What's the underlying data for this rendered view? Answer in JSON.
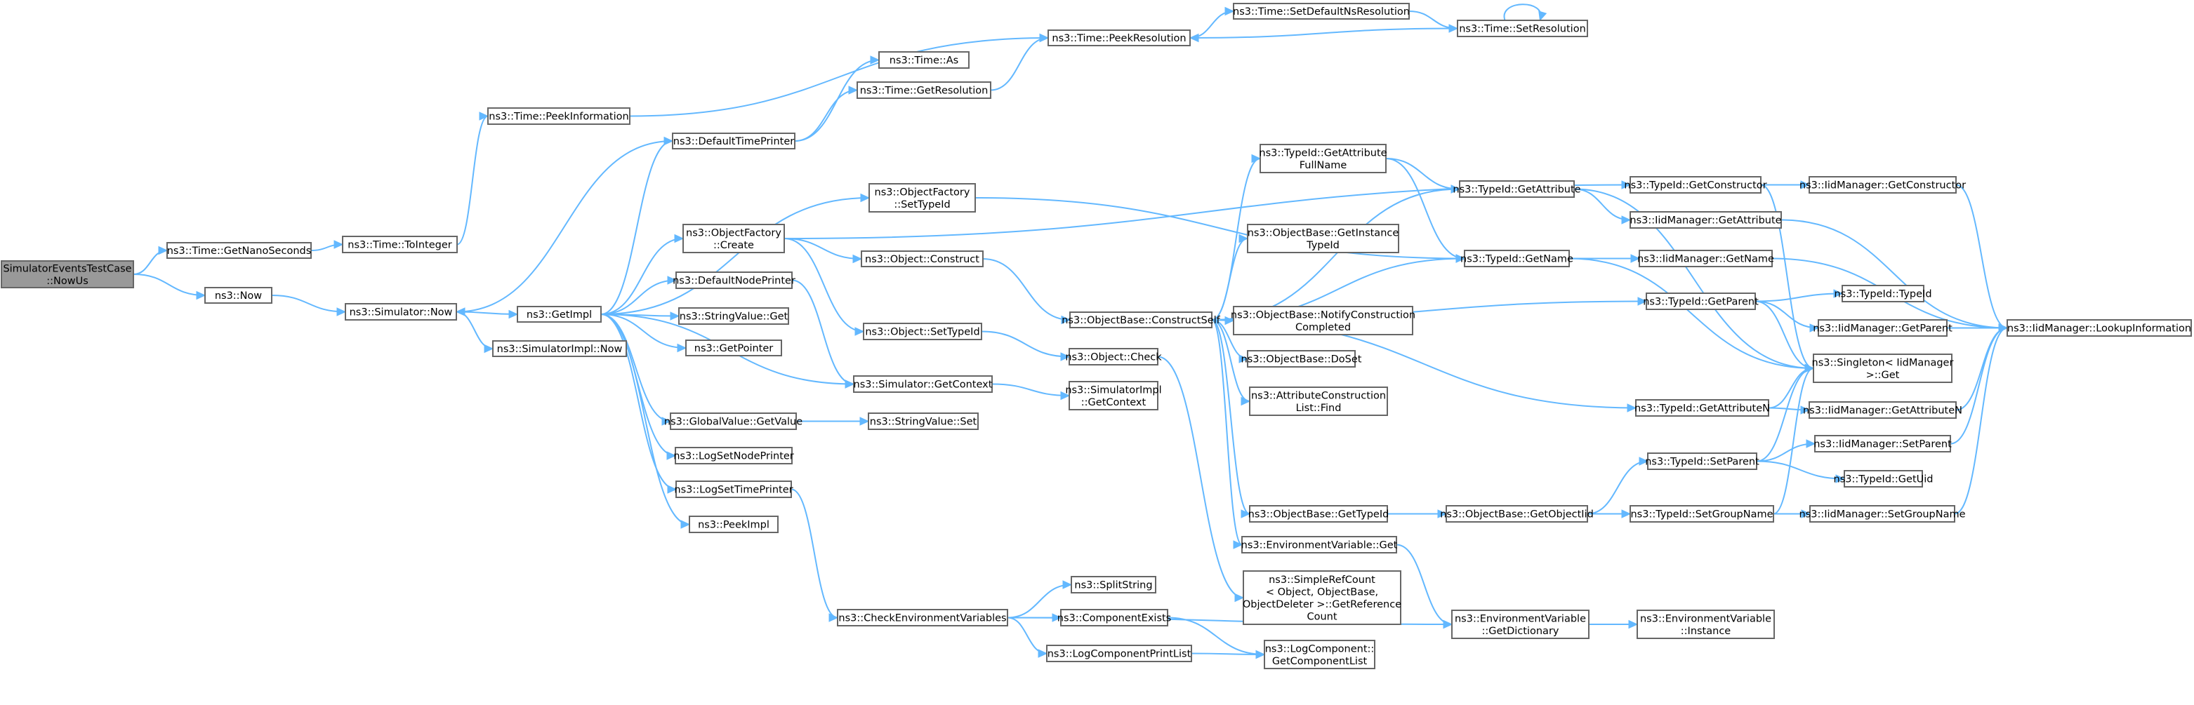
{
  "nodes": [
    {
      "id": "root",
      "lines": [
        "SimulatorEventsTestCase",
        "::NowUs"
      ],
      "root": true
    },
    {
      "id": "getNanoSeconds",
      "lines": [
        "ns3::Time::GetNanoSeconds"
      ]
    },
    {
      "id": "now",
      "lines": [
        "ns3::Now"
      ]
    },
    {
      "id": "toInteger",
      "lines": [
        "ns3::Time::ToInteger"
      ]
    },
    {
      "id": "peekInformation",
      "lines": [
        "ns3::Time::PeekInformation"
      ]
    },
    {
      "id": "peekResolution",
      "lines": [
        "ns3::Time::PeekResolution"
      ]
    },
    {
      "id": "setDefaultNsRes",
      "lines": [
        "ns3::Time::SetDefaultNsResolution"
      ]
    },
    {
      "id": "setResolution",
      "lines": [
        "ns3::Time::SetResolution"
      ]
    },
    {
      "id": "timeAs",
      "lines": [
        "ns3::Time::As"
      ]
    },
    {
      "id": "getResolution",
      "lines": [
        "ns3::Time::GetResolution"
      ]
    },
    {
      "id": "defaultTimePrinter",
      "lines": [
        "ns3::DefaultTimePrinter"
      ]
    },
    {
      "id": "simNow",
      "lines": [
        "ns3::Simulator::Now"
      ]
    },
    {
      "id": "simImplNow",
      "lines": [
        "ns3::SimulatorImpl::Now"
      ]
    },
    {
      "id": "getImpl",
      "lines": [
        "ns3::GetImpl"
      ]
    },
    {
      "id": "ofCreate",
      "lines": [
        "ns3::ObjectFactory",
        "::Create"
      ]
    },
    {
      "id": "defaultNodePrinter",
      "lines": [
        "ns3::DefaultNodePrinter"
      ]
    },
    {
      "id": "stringValueGet",
      "lines": [
        "ns3::StringValue::Get"
      ]
    },
    {
      "id": "getPointer",
      "lines": [
        "ns3::GetPointer"
      ]
    },
    {
      "id": "globalValueGetValue",
      "lines": [
        "ns3::GlobalValue::GetValue"
      ]
    },
    {
      "id": "logSetNodePrinter",
      "lines": [
        "ns3::LogSetNodePrinter"
      ]
    },
    {
      "id": "logSetTimePrinter",
      "lines": [
        "ns3::LogSetTimePrinter"
      ]
    },
    {
      "id": "peekImpl",
      "lines": [
        "ns3::PeekImpl"
      ]
    },
    {
      "id": "ofSetTypeId",
      "lines": [
        "ns3::ObjectFactory",
        "::SetTypeId"
      ]
    },
    {
      "id": "objConstruct",
      "lines": [
        "ns3::Object::Construct"
      ]
    },
    {
      "id": "objSetTypeId",
      "lines": [
        "ns3::Object::SetTypeId"
      ]
    },
    {
      "id": "simGetContext",
      "lines": [
        "ns3::Simulator::GetContext"
      ]
    },
    {
      "id": "stringValueSet",
      "lines": [
        "ns3::StringValue::Set"
      ]
    },
    {
      "id": "checkEnvVars",
      "lines": [
        "ns3::CheckEnvironmentVariables"
      ]
    },
    {
      "id": "constructSelf",
      "lines": [
        "ns3::ObjectBase::ConstructSelf"
      ]
    },
    {
      "id": "objCheck",
      "lines": [
        "ns3::Object::Check"
      ]
    },
    {
      "id": "simImplGetContext",
      "lines": [
        "ns3::SimulatorImpl",
        "::GetContext"
      ]
    },
    {
      "id": "splitString",
      "lines": [
        "ns3::SplitString"
      ]
    },
    {
      "id": "componentExists",
      "lines": [
        "ns3::ComponentExists"
      ]
    },
    {
      "id": "logComponentPrintList",
      "lines": [
        "ns3::LogComponentPrintList"
      ]
    },
    {
      "id": "tidGetAttrFullName",
      "lines": [
        "ns3::TypeId::GetAttribute",
        "FullName"
      ]
    },
    {
      "id": "obGetInstanceTypeId",
      "lines": [
        "ns3::ObjectBase::GetInstance",
        "TypeId"
      ]
    },
    {
      "id": "obNotifyConstruction",
      "lines": [
        "ns3::ObjectBase::NotifyConstruction",
        "Completed"
      ]
    },
    {
      "id": "obDoSet",
      "lines": [
        "ns3::ObjectBase::DoSet"
      ]
    },
    {
      "id": "attrConstructionListFind",
      "lines": [
        "ns3::AttributeConstruction",
        "List::Find"
      ]
    },
    {
      "id": "obGetTypeId",
      "lines": [
        "ns3::ObjectBase::GetTypeId"
      ]
    },
    {
      "id": "envVarGet",
      "lines": [
        "ns3::EnvironmentVariable::Get"
      ]
    },
    {
      "id": "simpleRefCount",
      "lines": [
        "ns3::SimpleRefCount",
        "< Object, ObjectBase,",
        "ObjectDeleter >::GetReference",
        "Count"
      ]
    },
    {
      "id": "logComponentGetList",
      "lines": [
        "ns3::LogComponent::",
        "GetComponentList"
      ]
    },
    {
      "id": "tidGetAttribute",
      "lines": [
        "ns3::TypeId::GetAttribute"
      ]
    },
    {
      "id": "tidGetName",
      "lines": [
        "ns3::TypeId::GetName"
      ]
    },
    {
      "id": "obGetObjectIid",
      "lines": [
        "ns3::ObjectBase::GetObjectIid"
      ]
    },
    {
      "id": "envVarGetDictionary",
      "lines": [
        "ns3::EnvironmentVariable",
        "::GetDictionary"
      ]
    },
    {
      "id": "tidGetConstructor",
      "lines": [
        "ns3::TypeId::GetConstructor"
      ]
    },
    {
      "id": "iidGetAttribute",
      "lines": [
        "ns3::IidManager::GetAttribute"
      ]
    },
    {
      "id": "iidGetName",
      "lines": [
        "ns3::IidManager::GetName"
      ]
    },
    {
      "id": "tidGetParent",
      "lines": [
        "ns3::TypeId::GetParent"
      ]
    },
    {
      "id": "tidGetAttributeN",
      "lines": [
        "ns3::TypeId::GetAttributeN"
      ]
    },
    {
      "id": "tidSetParent",
      "lines": [
        "ns3::TypeId::SetParent"
      ]
    },
    {
      "id": "tidSetGroupName",
      "lines": [
        "ns3::TypeId::SetGroupName"
      ]
    },
    {
      "id": "envVarInstance",
      "lines": [
        "ns3::EnvironmentVariable",
        "::Instance"
      ]
    },
    {
      "id": "iidGetConstructor",
      "lines": [
        "ns3::IidManager::GetConstructor"
      ]
    },
    {
      "id": "tidTypeId",
      "lines": [
        "ns3::TypeId::TypeId"
      ]
    },
    {
      "id": "iidGetParent",
      "lines": [
        "ns3::IidManager::GetParent"
      ]
    },
    {
      "id": "singletonGet",
      "lines": [
        "ns3::Singleton< IidManager",
        ">::Get"
      ]
    },
    {
      "id": "iidGetAttributeN",
      "lines": [
        "ns3::IidManager::GetAttributeN"
      ]
    },
    {
      "id": "iidSetParent",
      "lines": [
        "ns3::IidManager::SetParent"
      ]
    },
    {
      "id": "tidGetUid",
      "lines": [
        "ns3::TypeId::GetUid"
      ]
    },
    {
      "id": "iidSetGroupName",
      "lines": [
        "ns3::IidManager::SetGroupName"
      ]
    },
    {
      "id": "iidLookupInformation",
      "lines": [
        "ns3::IidManager::LookupInformation"
      ]
    }
  ],
  "edges": [
    [
      "root",
      "getNanoSeconds"
    ],
    [
      "root",
      "now"
    ],
    [
      "getNanoSeconds",
      "toInteger"
    ],
    [
      "now",
      "simNow"
    ],
    [
      "toInteger",
      "peekInformation"
    ],
    [
      "peekInformation",
      "peekResolution"
    ],
    [
      "peekResolution",
      "setDefaultNsRes"
    ],
    [
      "setDefaultNsRes",
      "setResolution"
    ],
    [
      "setResolution",
      "peekResolution"
    ],
    [
      "setResolution",
      "setResolution"
    ],
    [
      "defaultTimePrinter",
      "timeAs"
    ],
    [
      "defaultTimePrinter",
      "getResolution"
    ],
    [
      "defaultTimePrinter",
      "simNow"
    ],
    [
      "getResolution",
      "peekResolution"
    ],
    [
      "simNow",
      "getImpl"
    ],
    [
      "simNow",
      "simImplNow"
    ],
    [
      "getImpl",
      "defaultTimePrinter"
    ],
    [
      "getImpl",
      "ofSetTypeId"
    ],
    [
      "getImpl",
      "ofCreate"
    ],
    [
      "getImpl",
      "defaultNodePrinter"
    ],
    [
      "getImpl",
      "stringValueGet"
    ],
    [
      "getImpl",
      "getPointer"
    ],
    [
      "getImpl",
      "simGetContext"
    ],
    [
      "getImpl",
      "globalValueGetValue"
    ],
    [
      "getImpl",
      "logSetNodePrinter"
    ],
    [
      "getImpl",
      "logSetTimePrinter"
    ],
    [
      "getImpl",
      "peekImpl"
    ],
    [
      "ofCreate",
      "objConstruct"
    ],
    [
      "ofCreate",
      "objSetTypeId"
    ],
    [
      "ofCreate",
      "tidGetConstructor"
    ],
    [
      "ofSetTypeId",
      "tidGetName"
    ],
    [
      "defaultNodePrinter",
      "simGetContext"
    ],
    [
      "globalValueGetValue",
      "stringValueSet"
    ],
    [
      "logSetTimePrinter",
      "checkEnvVars"
    ],
    [
      "objConstruct",
      "constructSelf"
    ],
    [
      "objSetTypeId",
      "objCheck"
    ],
    [
      "simGetContext",
      "simImplGetContext"
    ],
    [
      "checkEnvVars",
      "splitString"
    ],
    [
      "checkEnvVars",
      "componentExists"
    ],
    [
      "checkEnvVars",
      "logComponentPrintList"
    ],
    [
      "checkEnvVars",
      "envVarGetDictionary"
    ],
    [
      "componentExists",
      "logComponentGetList"
    ],
    [
      "logComponentPrintList",
      "logComponentGetList"
    ],
    [
      "constructSelf",
      "tidGetAttrFullName"
    ],
    [
      "constructSelf",
      "tidGetAttribute"
    ],
    [
      "constructSelf",
      "tidGetName"
    ],
    [
      "constructSelf",
      "obGetInstanceTypeId"
    ],
    [
      "constructSelf",
      "obNotifyConstruction"
    ],
    [
      "constructSelf",
      "obDoSet"
    ],
    [
      "constructSelf",
      "attrConstructionListFind"
    ],
    [
      "constructSelf",
      "obGetTypeId"
    ],
    [
      "constructSelf",
      "envVarGet"
    ],
    [
      "constructSelf",
      "tidGetParent"
    ],
    [
      "constructSelf",
      "tidGetAttributeN"
    ],
    [
      "objCheck",
      "simpleRefCount"
    ],
    [
      "tidGetAttrFullName",
      "tidGetAttribute"
    ],
    [
      "tidGetAttrFullName",
      "tidGetName"
    ],
    [
      "tidGetAttribute",
      "iidGetAttribute"
    ],
    [
      "tidGetAttribute",
      "singletonGet"
    ],
    [
      "tidGetName",
      "iidGetName"
    ],
    [
      "tidGetName",
      "singletonGet"
    ],
    [
      "obGetTypeId",
      "obGetObjectIid"
    ],
    [
      "obGetObjectIid",
      "tidSetParent"
    ],
    [
      "obGetObjectIid",
      "tidSetGroupName"
    ],
    [
      "envVarGet",
      "envVarGetDictionary"
    ],
    [
      "envVarGetDictionary",
      "envVarInstance"
    ],
    [
      "tidGetConstructor",
      "iidGetConstructor"
    ],
    [
      "tidGetConstructor",
      "singletonGet"
    ],
    [
      "iidGetConstructor",
      "iidLookupInformation"
    ],
    [
      "iidGetAttribute",
      "iidLookupInformation"
    ],
    [
      "iidGetName",
      "iidLookupInformation"
    ],
    [
      "tidGetParent",
      "tidTypeId"
    ],
    [
      "tidGetParent",
      "iidGetParent"
    ],
    [
      "tidGetParent",
      "singletonGet"
    ],
    [
      "iidGetParent",
      "iidLookupInformation"
    ],
    [
      "tidGetAttributeN",
      "iidGetAttributeN"
    ],
    [
      "tidGetAttributeN",
      "singletonGet"
    ],
    [
      "iidGetAttributeN",
      "iidLookupInformation"
    ],
    [
      "tidSetParent",
      "iidSetParent"
    ],
    [
      "tidSetParent",
      "tidGetUid"
    ],
    [
      "tidSetParent",
      "singletonGet"
    ],
    [
      "iidSetParent",
      "iidLookupInformation"
    ],
    [
      "tidSetGroupName",
      "iidSetGroupName"
    ],
    [
      "tidSetGroupName",
      "singletonGet"
    ],
    [
      "iidSetGroupName",
      "iidLookupInformation"
    ]
  ]
}
